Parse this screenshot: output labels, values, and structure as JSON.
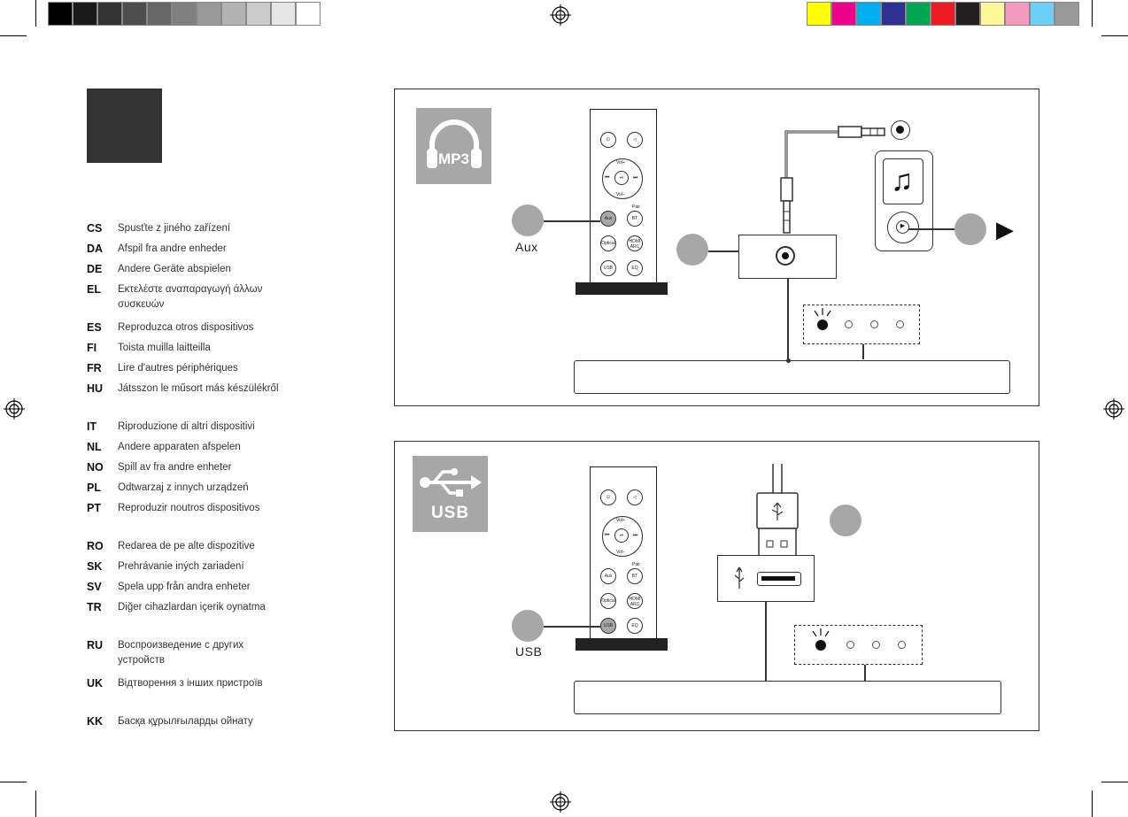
{
  "colors": {
    "grayscale": [
      "#000000",
      "#1a1a1a",
      "#333333",
      "#4d4d4d",
      "#666666",
      "#808080",
      "#999999",
      "#b3b3b3",
      "#cccccc",
      "#e6e6e6",
      "#ffffff"
    ],
    "process": [
      "#ffff00",
      "#ec008c",
      "#00aeef",
      "#2e3192",
      "#00a651",
      "#ed1c24",
      "#231f20",
      "#fff799",
      "#f49ac1",
      "#6dcff6",
      "#999999"
    ],
    "badge": "#a7a7a7",
    "dark_square": "#333333"
  },
  "languages": [
    {
      "code": "CS",
      "text": "Spusťte z jiného zařízení"
    },
    {
      "code": "DA",
      "text": "Afspil fra andre enheder"
    },
    {
      "code": "DE",
      "text": "Andere Geräte abspielen"
    },
    {
      "code": "EL",
      "text": "Εκτελέστε αναπαραγωγή άλλων συσκευών"
    },
    {
      "code": "ES",
      "text": "Reproduzca otros dispositivos"
    },
    {
      "code": "FI",
      "text": "Toista muilla laitteilla"
    },
    {
      "code": "FR",
      "text": "Lire d'autres périphériques"
    },
    {
      "code": "HU",
      "text": "Játsszon le műsort más készülékről"
    },
    {
      "code": "IT",
      "text": "Riproduzione di altri dispositivi"
    },
    {
      "code": "NL",
      "text": "Andere apparaten afspelen"
    },
    {
      "code": "NO",
      "text": "Spill av fra andre enheter"
    },
    {
      "code": "PL",
      "text": "Odtwarzaj z innych urządzeń"
    },
    {
      "code": "PT",
      "text": "Reproduzir noutros dispositivos"
    },
    {
      "code": "RO",
      "text": "Redarea de pe alte dispozitive"
    },
    {
      "code": "SK",
      "text": "Prehrávanie iných zariadení"
    },
    {
      "code": "SV",
      "text": "Spela upp från andra enheter"
    },
    {
      "code": "TR",
      "text": "Diğer cihazlardan içerik oynatma"
    },
    {
      "code": "RU",
      "text": "Воспроизведение с других устройств"
    },
    {
      "code": "UK",
      "text": "Відтворення з інших пристроїв"
    },
    {
      "code": "KK",
      "text": "Басқа құрылғыларды ойнату"
    }
  ],
  "panel_aux": {
    "badge_label": "MP3",
    "source_label": "Aux"
  },
  "panel_usb": {
    "badge_label": "USB",
    "source_label": "USB"
  },
  "remote": {
    "vol_up": "Vol+",
    "vol_down": "Vol−",
    "pair": "Pair",
    "aux": "Aux",
    "bt": "BT",
    "optical": "Optical",
    "hdmi_arc": "HDMI ARC",
    "usb": "USB",
    "eq": "EQ"
  }
}
